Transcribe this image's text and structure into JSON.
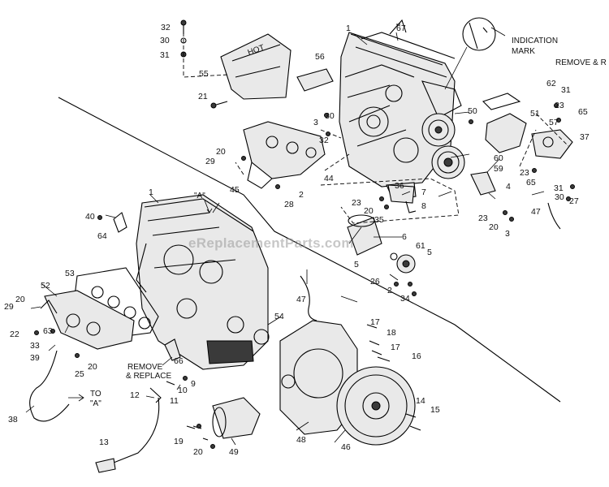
{
  "callouts": [
    {
      "id": "c32a",
      "text": "32"
    },
    {
      "id": "c30a",
      "text": "30"
    },
    {
      "id": "c31a",
      "text": "31"
    },
    {
      "id": "c55",
      "text": "55"
    },
    {
      "id": "c56",
      "text": "56"
    },
    {
      "id": "c21",
      "text": "21"
    },
    {
      "id": "c1a",
      "text": "1"
    },
    {
      "id": "c67",
      "text": "67"
    },
    {
      "id": "c30b",
      "text": "30"
    },
    {
      "id": "c3a",
      "text": "3"
    },
    {
      "id": "c32b",
      "text": "32"
    },
    {
      "id": "c20a",
      "text": "20"
    },
    {
      "id": "c29a",
      "text": "29"
    },
    {
      "id": "c45",
      "text": "45"
    },
    {
      "id": "c44",
      "text": "44"
    },
    {
      "id": "c2a",
      "text": "2"
    },
    {
      "id": "c28",
      "text": "28"
    },
    {
      "id": "c50",
      "text": "50"
    },
    {
      "id": "c60",
      "text": "60"
    },
    {
      "id": "c59",
      "text": "59"
    },
    {
      "id": "c62",
      "text": "62"
    },
    {
      "id": "c31b",
      "text": "31"
    },
    {
      "id": "c51",
      "text": "51"
    },
    {
      "id": "c23a",
      "text": "23"
    },
    {
      "id": "c65a",
      "text": "65"
    },
    {
      "id": "c57",
      "text": "57"
    },
    {
      "id": "c37",
      "text": "37"
    },
    {
      "id": "c23b",
      "text": "23"
    },
    {
      "id": "c65b",
      "text": "65"
    },
    {
      "id": "c31c",
      "text": "31"
    },
    {
      "id": "c30c",
      "text": "30"
    },
    {
      "id": "c27",
      "text": "27"
    },
    {
      "id": "c47a",
      "text": "47"
    },
    {
      "id": "c36",
      "text": "36"
    },
    {
      "id": "c7",
      "text": "7"
    },
    {
      "id": "c8",
      "text": "8"
    },
    {
      "id": "c23c",
      "text": "23"
    },
    {
      "id": "c20b",
      "text": "20"
    },
    {
      "id": "c35",
      "text": "35"
    },
    {
      "id": "c4",
      "text": "4"
    },
    {
      "id": "c23d",
      "text": "23"
    },
    {
      "id": "c20c",
      "text": "20"
    },
    {
      "id": "c3b",
      "text": "3"
    },
    {
      "id": "c6",
      "text": "6"
    },
    {
      "id": "c61",
      "text": "61"
    },
    {
      "id": "c5a",
      "text": "5"
    },
    {
      "id": "c5b",
      "text": "5"
    },
    {
      "id": "c26",
      "text": "26"
    },
    {
      "id": "c2b",
      "text": "2"
    },
    {
      "id": "c34",
      "text": "34"
    },
    {
      "id": "c1b",
      "text": "1"
    },
    {
      "id": "c40",
      "text": "40"
    },
    {
      "id": "c64",
      "text": "64"
    },
    {
      "id": "c53",
      "text": "53"
    },
    {
      "id": "c52",
      "text": "52"
    },
    {
      "id": "c20d",
      "text": "20"
    },
    {
      "id": "c29b",
      "text": "29"
    },
    {
      "id": "c22",
      "text": "22"
    },
    {
      "id": "c63",
      "text": "63"
    },
    {
      "id": "c33",
      "text": "33"
    },
    {
      "id": "c39",
      "text": "39"
    },
    {
      "id": "c25",
      "text": "25"
    },
    {
      "id": "c20e",
      "text": "20"
    },
    {
      "id": "c38",
      "text": "38"
    },
    {
      "id": "c47b",
      "text": "47"
    },
    {
      "id": "c54",
      "text": "54"
    },
    {
      "id": "c66",
      "text": "66"
    },
    {
      "id": "c12",
      "text": "12"
    },
    {
      "id": "c11",
      "text": "11"
    },
    {
      "id": "c10",
      "text": "10"
    },
    {
      "id": "c9",
      "text": "9"
    },
    {
      "id": "c17a",
      "text": "17"
    },
    {
      "id": "c18",
      "text": "18"
    },
    {
      "id": "c17b",
      "text": "17"
    },
    {
      "id": "c16",
      "text": "16"
    },
    {
      "id": "c13",
      "text": "13"
    },
    {
      "id": "c19",
      "text": "19"
    },
    {
      "id": "c20f",
      "text": "20"
    },
    {
      "id": "c49",
      "text": "49"
    },
    {
      "id": "c48",
      "text": "48"
    },
    {
      "id": "c46",
      "text": "46"
    },
    {
      "id": "c14",
      "text": "14"
    },
    {
      "id": "c15",
      "text": "15"
    }
  ],
  "notes": {
    "indication_1": "INDICATION",
    "indication_2": "MARK",
    "remove_top": "REMOVE & R",
    "remove_1": "REMOVE",
    "remove_2": "& REPLACE",
    "to_1": "TO",
    "to_2": "\"A\"",
    "a_label": "\"A\"",
    "hot": "HOT",
    "watermark": "eReplacementParts.com"
  }
}
